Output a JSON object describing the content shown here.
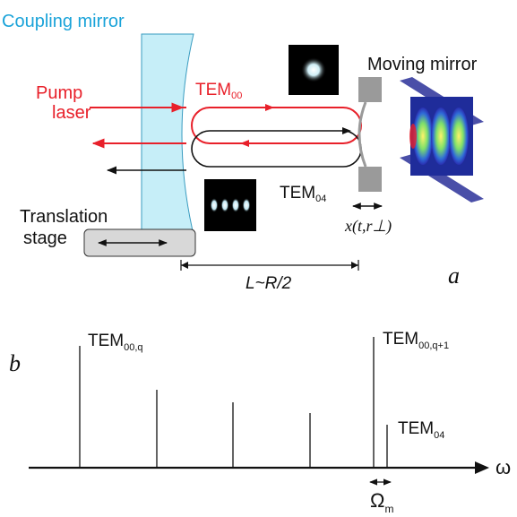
{
  "labels": {
    "coupling_mirror": "Coupling mirror",
    "moving_mirror": "Moving mirror",
    "pump_line1": "Pump",
    "pump_line2": "laser",
    "tem00_base": "TEM",
    "tem00_sub": "00",
    "tem04_base": "TEM",
    "tem04_sub": "04",
    "translation_line1": "Translation",
    "translation_line2": "stage",
    "displacement": "x(t,r⊥)",
    "cavity_length": "L~R/2",
    "panel_a": "a",
    "panel_b": "b",
    "spec_tem00q_base": "TEM",
    "spec_tem00q_sub": "00,q",
    "spec_tem00q1_base": "TEM",
    "spec_tem00q1_sub": "00,q+1",
    "spec_tem04_base": "TEM",
    "spec_tem04_sub": "04",
    "omega_axis": "ω",
    "omega_m_base": "Ω",
    "omega_m_sub": "m"
  },
  "colors": {
    "coupling_mirror_label": "#1aa3d9",
    "pump": "#e8202a",
    "mirror_glass": "#c6eef8",
    "mirror_edge": "#3a9cc0",
    "stage_fill": "#d8d8d8",
    "moving_mirror": "#9a9a9a",
    "membrane_frame": "#4a4fa8"
  }
}
